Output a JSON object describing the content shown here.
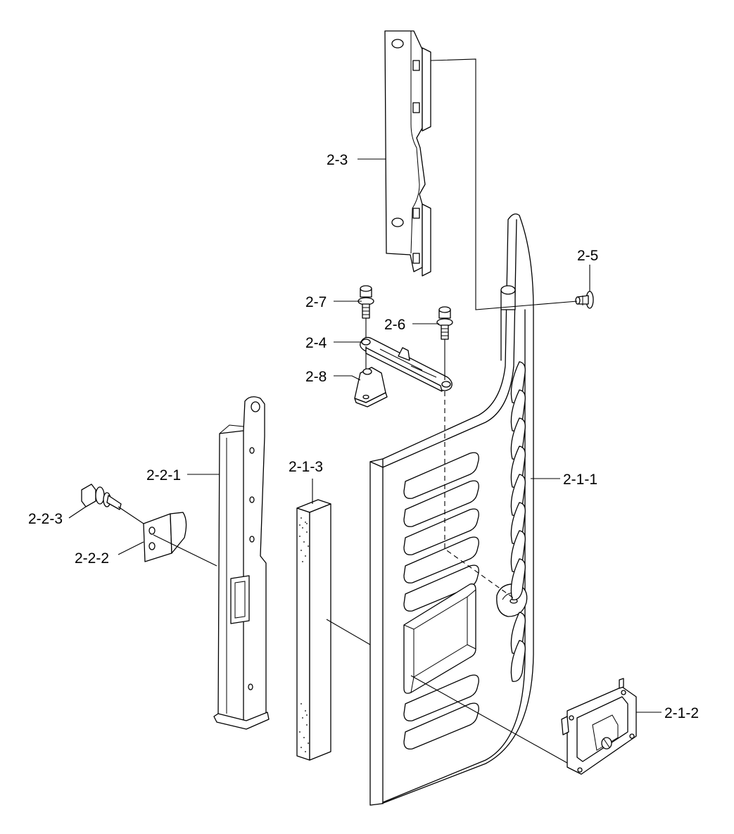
{
  "labels": {
    "l_2_3": "2-3",
    "l_2_5": "2-5",
    "l_2_7": "2-7",
    "l_2_6": "2-6",
    "l_2_4": "2-4",
    "l_2_8": "2-8",
    "l_2_2_1": "2-2-1",
    "l_2_1_3": "2-1-3",
    "l_2_1_1": "2-1-1",
    "l_2_2_3": "2-2-3",
    "l_2_2_2": "2-2-2",
    "l_2_1_2": "2-1-2"
  },
  "colors": {
    "ink": "#000000",
    "paper": "#ffffff"
  }
}
